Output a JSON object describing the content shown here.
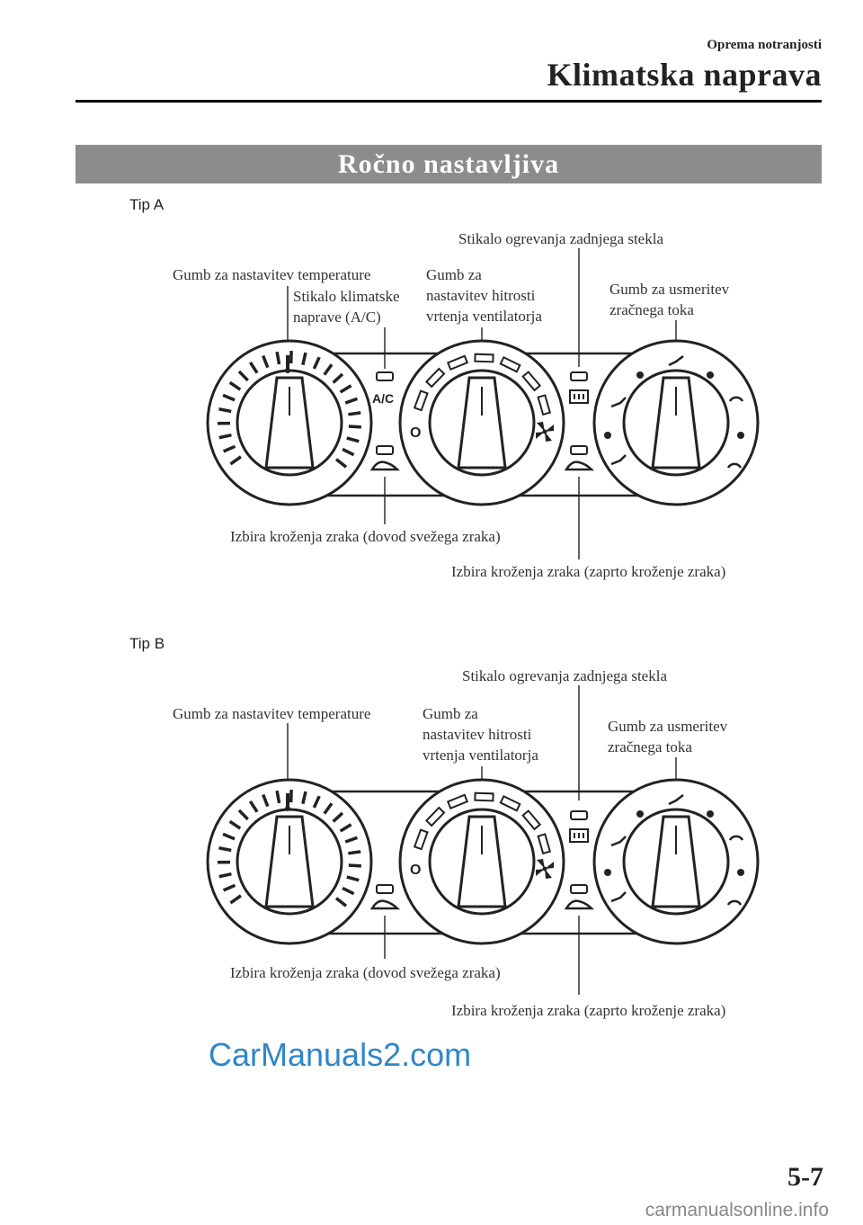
{
  "header": {
    "chapter": "Oprema notranjosti",
    "section": "Klimatska naprava"
  },
  "banner": "Ročno nastavljiva",
  "diagrams": [
    {
      "tip": "Tip A",
      "labels": {
        "temperature": "Gumb za nastavitev temperature",
        "ac_line1": "Stikalo klimatske",
        "ac_line2": "naprave (A/C)",
        "fan_line1": "Gumb za",
        "fan_line2": "nastavitev hitrosti",
        "fan_line3": "vrtenja ventilatorja",
        "rear_defrost": "Stikalo ogrevanja zadnjega stekla",
        "airflow_line1": "Gumb za usmeritev",
        "airflow_line2": "zračnega toka",
        "fresh_air": "Izbira kroženja zraka (dovod svežega zraka)",
        "recirc": "Izbira kroženja zraka (zaprto kroženje zraka)"
      },
      "panel_text": {
        "ac": "A/C",
        "fan_off": "O"
      }
    },
    {
      "tip": "Tip B",
      "labels": {
        "temperature": "Gumb za nastavitev temperature",
        "fan_line1": "Gumb za",
        "fan_line2": "nastavitev hitrosti",
        "fan_line3": "vrtenja ventilatorja",
        "rear_defrost": "Stikalo ogrevanja zadnjega stekla",
        "airflow_line1": "Gumb za usmeritev",
        "airflow_line2": "zračnega toka",
        "fresh_air": "Izbira kroženja zraka (dovod svežega zraka)",
        "recirc": "Izbira kroženja zraka (zaprto kroženje zraka)"
      },
      "panel_text": {
        "fan_off": "O"
      }
    }
  ],
  "watermark": "CarManuals2.com",
  "page_number": "5-7",
  "footer": "carmanualsonline.info"
}
